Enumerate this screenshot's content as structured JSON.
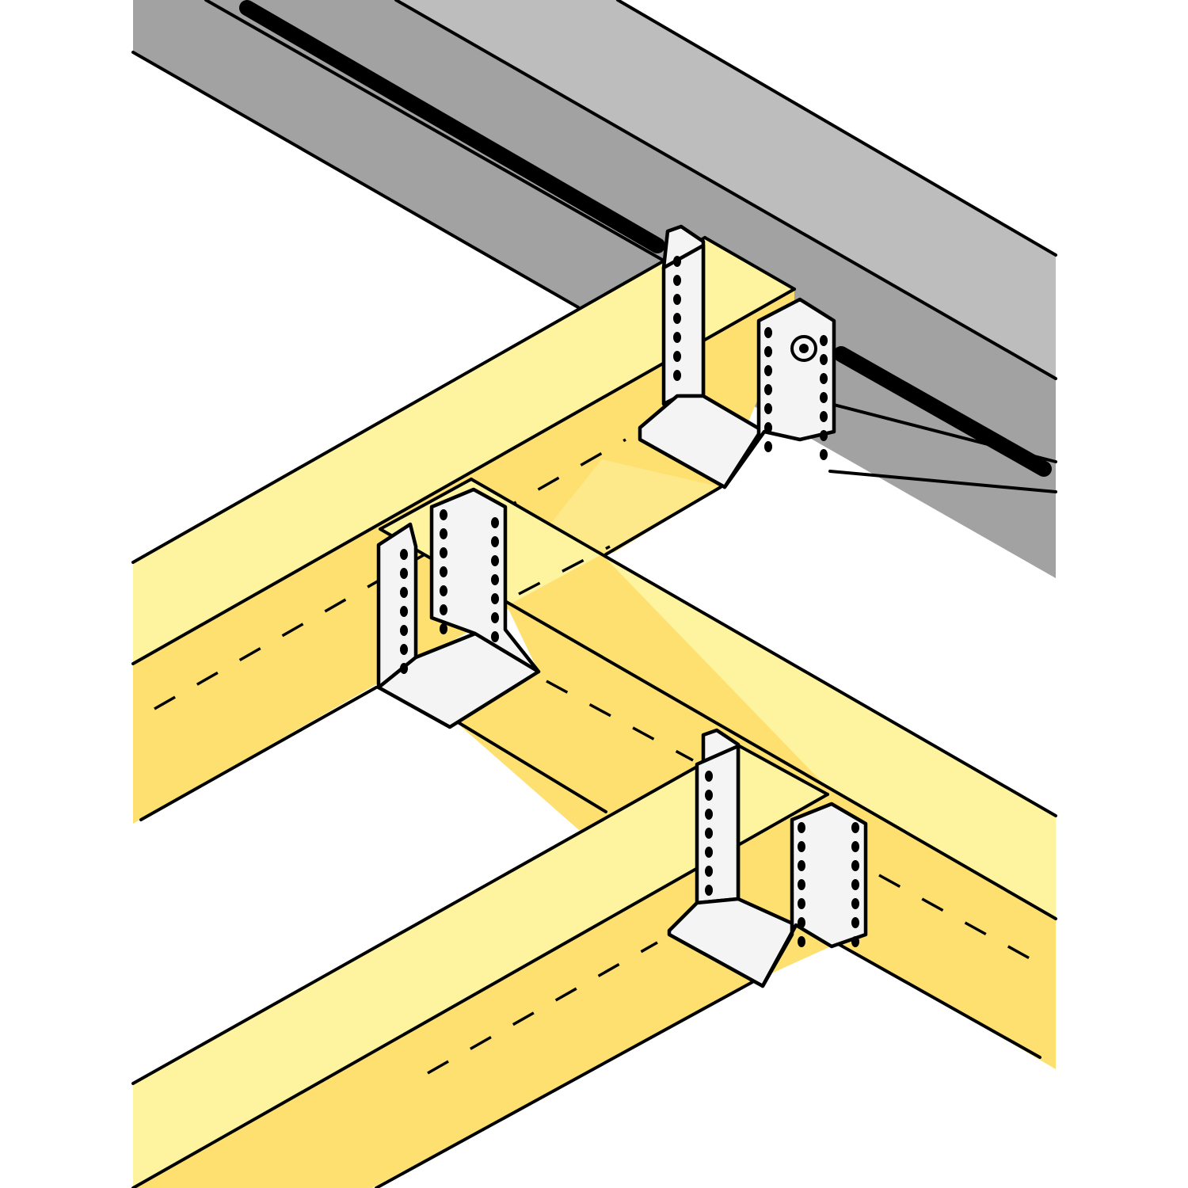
{
  "colors": {
    "background": "#ffffff",
    "steel_top": "#bdbdbd",
    "steel_face": "#a2a2a2",
    "steel_groove": "#000000",
    "timber_top": "#fef39e",
    "timber_side": "#fde070",
    "timber_end": "#fee98a",
    "hanger_metal": "#f4f4f4",
    "outline": "#000000"
  },
  "components": [
    {
      "id": "steel-beam",
      "material": "steel",
      "label": ""
    },
    {
      "id": "timber-joist-main",
      "material": "timber",
      "label": ""
    },
    {
      "id": "timber-joist-secondary-upper",
      "material": "timber",
      "label": ""
    },
    {
      "id": "timber-joist-secondary-lower",
      "material": "timber",
      "label": ""
    },
    {
      "id": "joist-hanger",
      "material": "galvanised-steel",
      "count": 3,
      "label": ""
    }
  ]
}
